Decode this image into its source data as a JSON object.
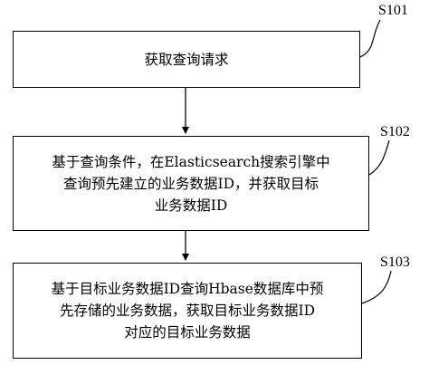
{
  "steps": [
    {
      "id": "S101",
      "text": "获取查询请求"
    },
    {
      "id": "S102",
      "text": "基于查询条件，在Elasticsearch搜索引擎中\n查询预先建立的业务数据ID，并获取目标\n业务数据ID"
    },
    {
      "id": "S103",
      "text": "基于目标业务数据ID查询Hbase数据库中预\n先存储的业务数据，获取目标业务数据ID\n对应的目标业务数据"
    }
  ]
}
